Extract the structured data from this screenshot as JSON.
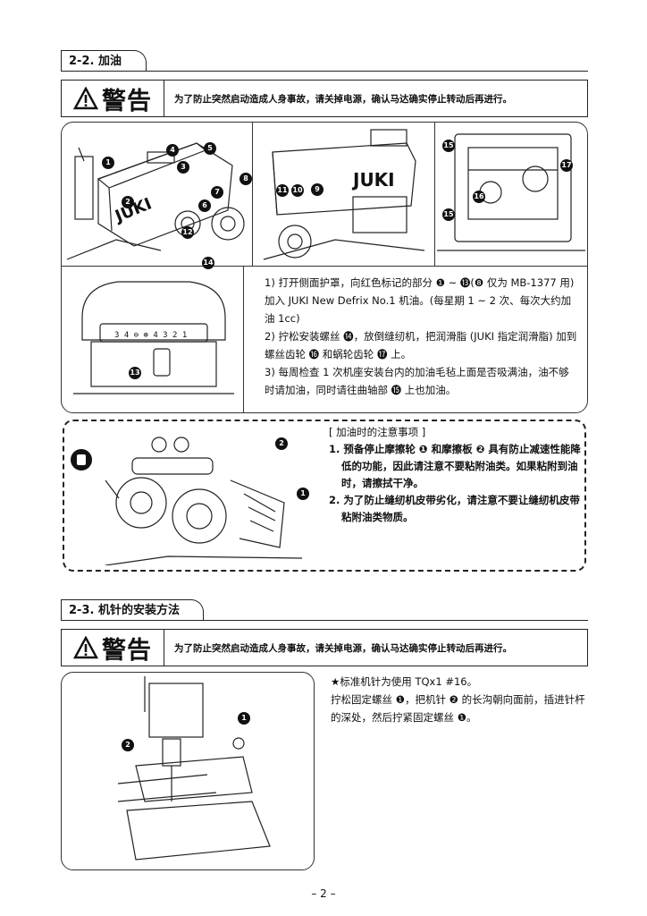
{
  "section1": {
    "title": "2-2. 加油"
  },
  "warning1": {
    "label": "警告",
    "text": "为了防止突然启动造成人身事故，请关掉电源，确认马达确实停止转动后再进行。"
  },
  "fig1": {
    "brand": "JUKI",
    "callouts": [
      "1",
      "2",
      "3",
      "4",
      "5",
      "6",
      "7",
      "8",
      "9",
      "10",
      "11",
      "12",
      "13",
      "14",
      "15",
      "16",
      "17"
    ],
    "scale_marks": "3 4 ⊖ ⊕ 4 3 2 1"
  },
  "instructions": {
    "i1": "1) 打开侧面护罩，向红色标记的部分 ❶ ~ ⓭(❽ 仅为 MB-1377 用) 加入 JUKI New Defrix No.1 机油。(每星期 1 ~ 2 次、每次大约加油 1cc)",
    "i2": "2) 拧松安装螺丝 ⓮，放倒缝纫机，把润滑脂 (JUKI 指定润滑脂) 加到螺丝齿轮 ⓰ 和蜗轮齿轮 ⓱ 上。",
    "i3": "3) 每周检查 1 次机座安装台内的加油毛毡上面是否吸满油，油不够时请加油，同时请往曲轴部 ⓯ 上也加油。"
  },
  "notes": {
    "heading": "[ 加油时的注意事项 ]",
    "n1": "1. 预备停止摩擦轮 ❶ 和摩擦板 ❷ 具有防止减速性能降低的功能，因此请注意不要粘附油类。如果粘附到油时，请擦拭干净。",
    "n2": "2. 为了防止缝纫机皮带劣化，请注意不要让缝纫机皮带粘附油类物质。"
  },
  "section2": {
    "title": "2-3. 机针的安装方法"
  },
  "warning2": {
    "label": "警告",
    "text": "为了防止突然启动造成人身事故，请关掉电源，确认马达确实停止转动后再进行。"
  },
  "needle": {
    "line1": "★标准机针为使用 TQx1 #16。",
    "line2": "拧松固定螺丝 ❶，把机针 ❷ 的长沟朝向面前，插进针杆的深处，然后拧紧固定螺丝 ❶。"
  },
  "page": {
    "number": "– 2 –"
  }
}
